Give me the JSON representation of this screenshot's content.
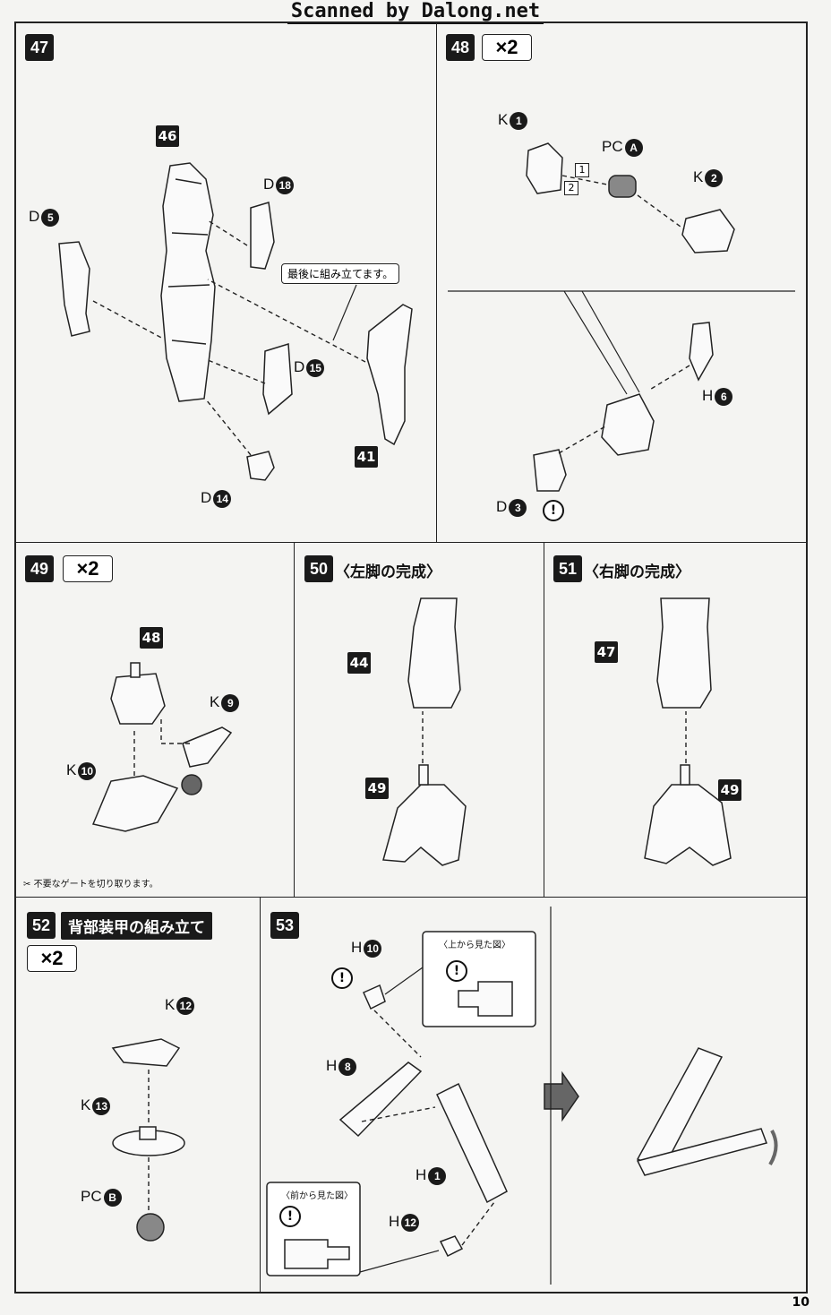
{
  "header": {
    "scan_credit": "Scanned by Dalong.net"
  },
  "page_number": "10",
  "steps": {
    "s47": {
      "number": "47",
      "labels": {
        "p46": "46",
        "d5": "D",
        "d5n": "5",
        "d18": "D",
        "d18n": "18",
        "d15": "D",
        "d15n": "15",
        "d14": "D",
        "d14n": "14",
        "p41": "41"
      },
      "note": "最後に組み立てます。"
    },
    "s48": {
      "number": "48",
      "multiplier": "×2",
      "labels": {
        "k1": "K",
        "k1n": "1",
        "pca": "PC",
        "pcan": "A",
        "k2": "K",
        "k2n": "2",
        "step1": "1",
        "step2": "2",
        "h6": "H",
        "h6n": "6",
        "d3": "D",
        "d3n": "3",
        "caution": "!"
      }
    },
    "s49": {
      "number": "49",
      "multiplier": "×2",
      "labels": {
        "p48": "48",
        "k9": "K",
        "k9n": "9",
        "k10": "K",
        "k10n": "10"
      },
      "footnote": "不要なゲートを切り取ります。"
    },
    "s50": {
      "number": "50",
      "title": "〈左脚の完成〉",
      "labels": {
        "p44": "44",
        "p49": "49"
      }
    },
    "s51": {
      "number": "51",
      "title": "〈右脚の完成〉",
      "labels": {
        "p47": "47",
        "p49": "49"
      }
    },
    "s52": {
      "number": "52",
      "title": "背部装甲の組み立て",
      "multiplier": "×2",
      "labels": {
        "k12": "K",
        "k12n": "12",
        "k13": "K",
        "k13n": "13",
        "pcb": "PC",
        "pcbn": "B"
      }
    },
    "s53": {
      "number": "53",
      "labels": {
        "h10": "H",
        "h10n": "10",
        "h8": "H",
        "h8n": "8",
        "h1": "H",
        "h1n": "1",
        "h12": "H",
        "h12n": "12",
        "caution": "!"
      },
      "view_top": "〈上から見た図〉",
      "view_front": "〈前から見た図〉"
    }
  }
}
